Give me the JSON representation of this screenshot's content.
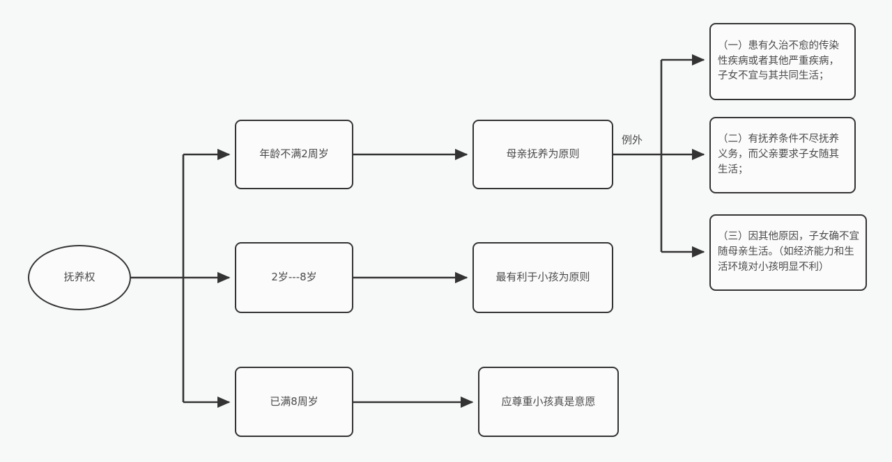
{
  "diagram": {
    "title_node": {
      "label": "抚养权"
    },
    "background_color": "#f7f8f8",
    "node_border_color": "#333333",
    "node_fill_color": "#fbfbfb",
    "text_color": "#4a4a4a",
    "age_branches": [
      {
        "label": "年龄不满2周岁"
      },
      {
        "label": "2岁---8岁"
      },
      {
        "label": "已满8周岁"
      }
    ],
    "principles": [
      {
        "label": "母亲抚养为原则"
      },
      {
        "label": "最有利于小孩为原则"
      },
      {
        "label": "应尊重小孩真是意愿"
      }
    ],
    "edge_labels": {
      "exception": "例外"
    },
    "exceptions": [
      {
        "label": "（一）患有久治不愈的传染性疾病或者其他严重疾病，子女不宜与其共同生活；"
      },
      {
        "label": "（二）有抚养条件不尽抚养义务，而父亲要求子女随其生活；"
      },
      {
        "label": "（三）因其他原因，子女确不宜随母亲生活。（如经济能力和生活环境对小孩明显不利）"
      }
    ]
  }
}
